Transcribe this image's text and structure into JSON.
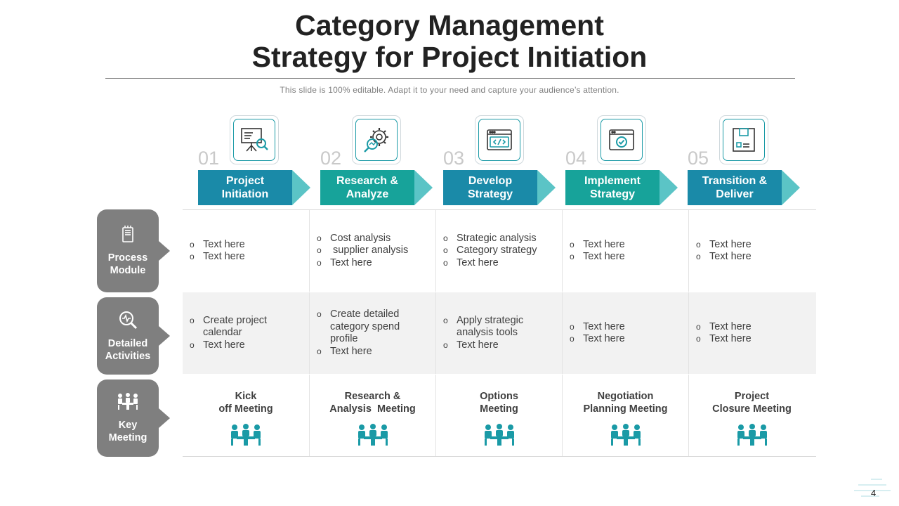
{
  "slide": {
    "title_line1": "Category Management",
    "title_line2": "Strategy for Project Initiation",
    "subtitle": "This slide is 100% editable. Adapt it to your need and capture your audience’s attention.",
    "page_number": "4"
  },
  "colors": {
    "teal_blue": "#1a8aa8",
    "teal_green": "#17a39a",
    "gray": "#7f7f7f",
    "band": "#f2f2f2"
  },
  "steps": [
    {
      "number": "01",
      "label": "Project\nInitiation",
      "icon": "presentation-magnifier-icon"
    },
    {
      "number": "02",
      "label": "Research &\nAnalyze",
      "icon": "gear-magnifier-icon"
    },
    {
      "number": "03",
      "label": "Develop\nStrategy",
      "icon": "code-window-icon"
    },
    {
      "number": "04",
      "label": "Implement\nStrategy",
      "icon": "window-check-icon"
    },
    {
      "number": "05",
      "label": "Transition &\nDeliver",
      "icon": "box-icon"
    }
  ],
  "rows": [
    {
      "label": "Process\nModule",
      "icon": "document-stack-icon",
      "cells": [
        [
          "Text here",
          "Text here"
        ],
        [
          "Cost analysis",
          " supplier analysis",
          "Text here"
        ],
        [
          "Strategic analysis",
          "Category strategy",
          "Text here"
        ],
        [
          "Text here",
          "Text here"
        ],
        [
          "Text here",
          "Text here"
        ]
      ]
    },
    {
      "label": "Detailed\nActivities",
      "icon": "magnifier-pulse-icon",
      "cells": [
        [
          "Create project calendar",
          "Text here"
        ],
        [
          "Create detailed category spend profile",
          "Text here"
        ],
        [
          "Apply strategic analysis tools",
          "Text here"
        ],
        [
          "Text here",
          "Text here"
        ],
        [
          "Text here",
          "Text here"
        ]
      ]
    },
    {
      "label": "Key\nMeeting",
      "icon": "meeting-icon",
      "meetings": [
        "Kick\noff Meeting",
        "Research &\nAnalysis  Meeting",
        "Options\nMeeting",
        "Negotiation\nPlanning Meeting",
        "Project\nClosure Meeting"
      ]
    }
  ]
}
